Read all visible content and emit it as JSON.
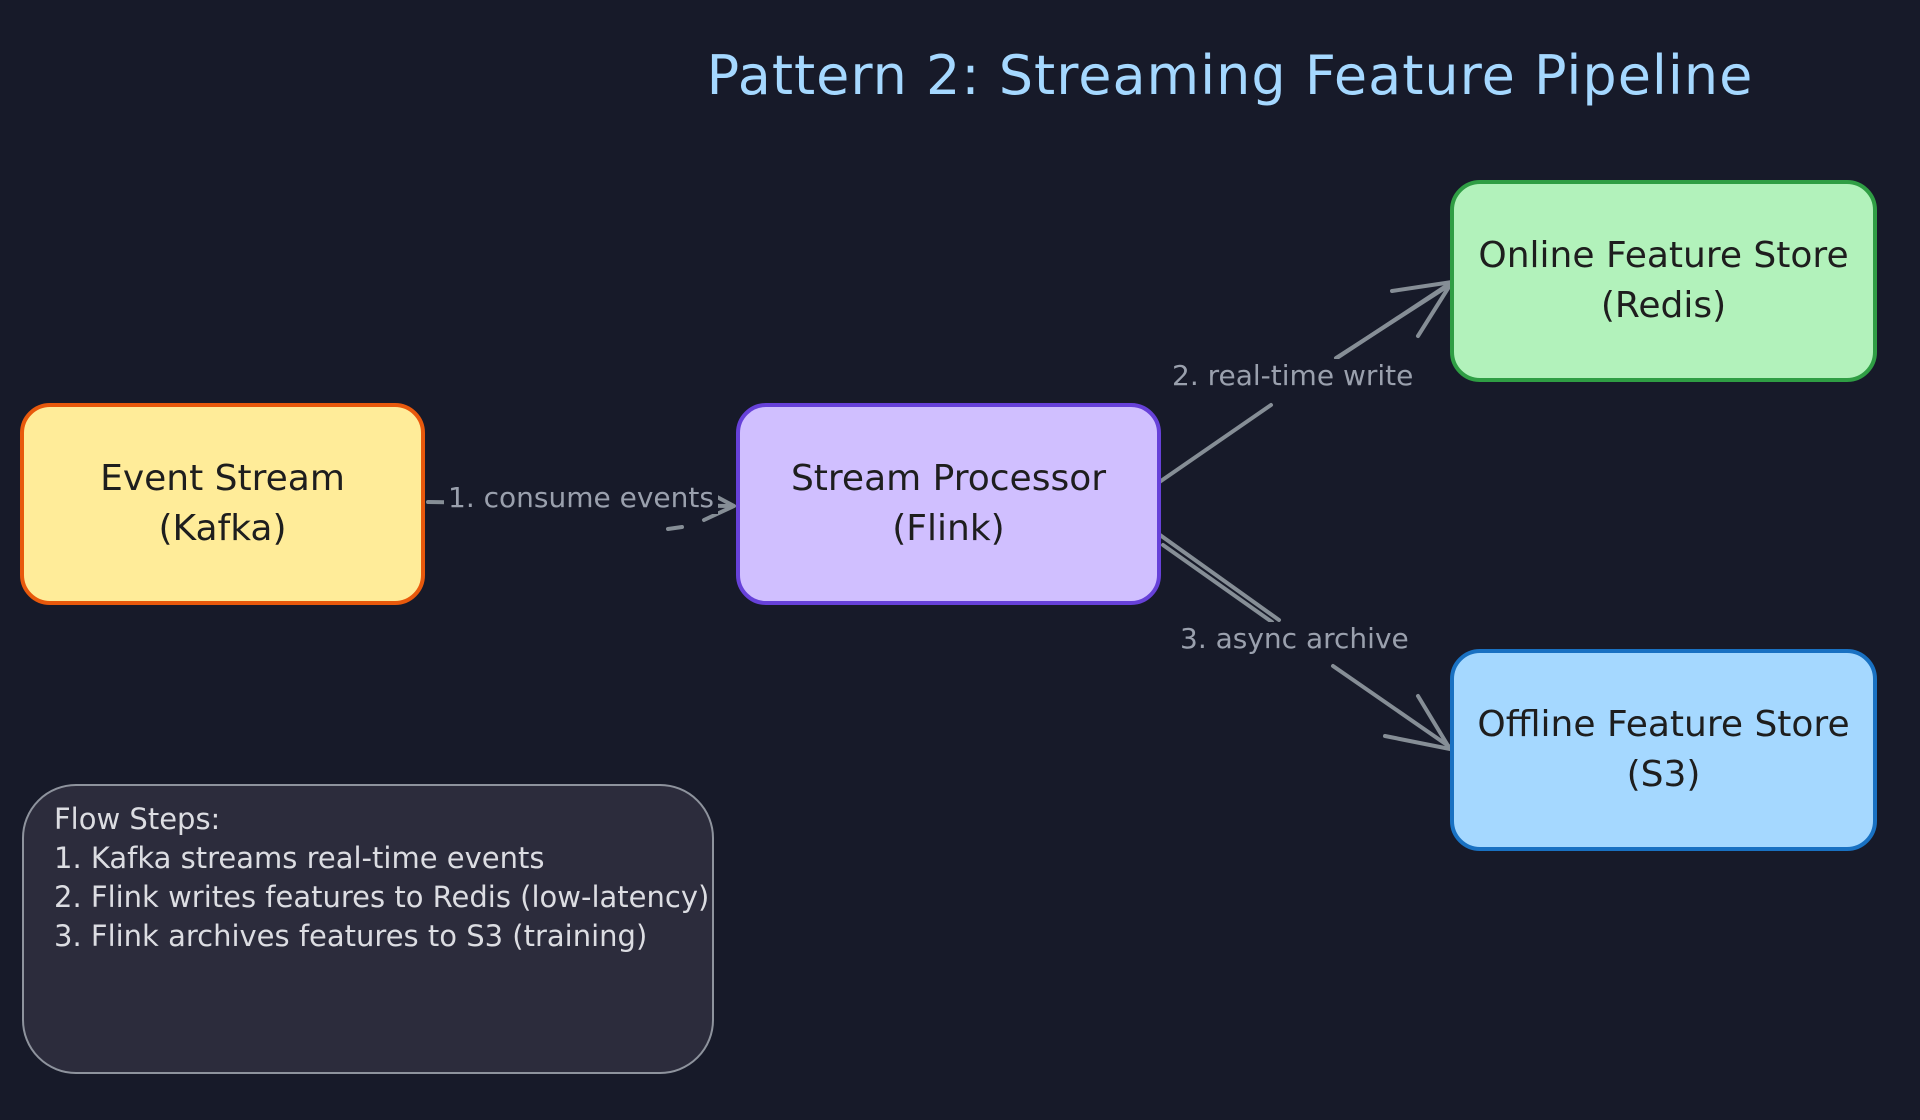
{
  "title": "Pattern 2: Streaming Feature Pipeline",
  "nodes": {
    "event_stream": {
      "line1": "Event Stream",
      "line2": "(Kafka)",
      "fill": "#ffec99",
      "stroke": "#e8590c"
    },
    "stream_processor": {
      "line1": "Stream Processor",
      "line2": "(Flink)",
      "fill": "#d0bfff",
      "stroke": "#6741d9"
    },
    "online_store": {
      "line1": "Online Feature Store",
      "line2": "(Redis)",
      "fill": "#b2f2bb",
      "stroke": "#2f9e44"
    },
    "offline_store": {
      "line1": "Offline Feature Store",
      "line2": "(S3)",
      "fill": "#a5d8ff",
      "stroke": "#1971c2"
    }
  },
  "edges": {
    "consume": "1. consume events",
    "realtime_write": "2. real-time write",
    "async_archive": "3. async archive"
  },
  "edge_color": "#868e96",
  "note": {
    "heading": "Flow Steps:",
    "steps": [
      "1. Kafka streams real-time events",
      "2. Flink writes features to Redis (low-latency)",
      "3. Flink archives features to S3 (training)"
    ]
  }
}
